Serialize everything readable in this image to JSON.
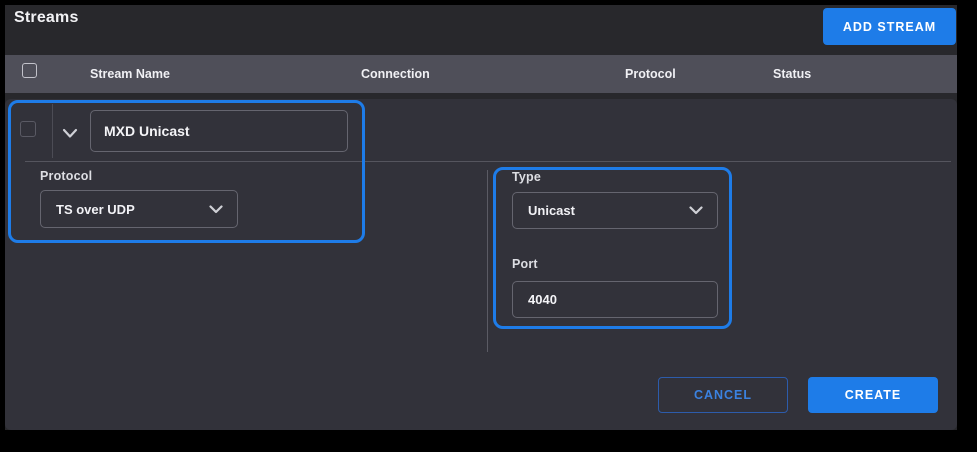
{
  "colors": {
    "accent_blue": "#1e7ce8",
    "card_background": "#32323a",
    "header_row_background": "#4f4f59",
    "app_background": "#28282c"
  },
  "header": {
    "title": "Streams",
    "add_stream_label": "ADD STREAM"
  },
  "table": {
    "columns": [
      "Stream Name",
      "Connection",
      "Protocol",
      "Status"
    ]
  },
  "stream_row": {
    "name_value": "MXD Unicast",
    "protocol": {
      "label": "Protocol",
      "value": "TS over UDP"
    },
    "type": {
      "label": "Type",
      "value": "Unicast"
    },
    "port": {
      "label": "Port",
      "value": "4040"
    }
  },
  "actions": {
    "cancel_label": "CANCEL",
    "create_label": "CREATE"
  },
  "icons": {
    "expander": "chevron-down-icon",
    "dropdown": "chevron-down-icon"
  }
}
